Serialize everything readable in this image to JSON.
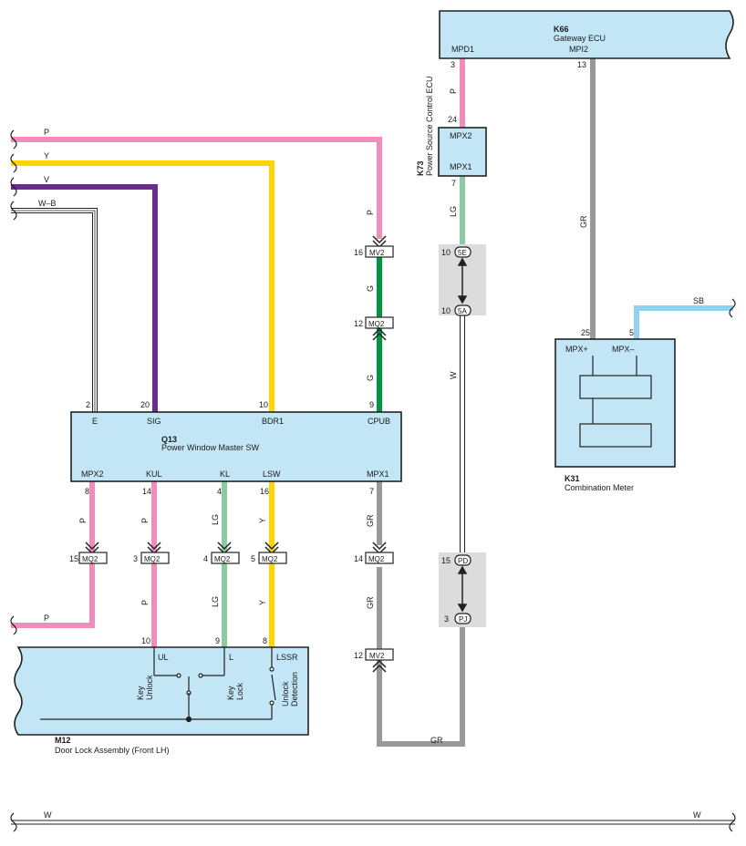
{
  "wire_colors": {
    "P": "#f08cbe",
    "Y": "#ffd400",
    "V": "#6a2c91",
    "G": "#00963f",
    "LG": "#8ccaa0",
    "GR": "#999999",
    "SB": "#8fd3f0",
    "W": "#ffffff",
    "W-B": "#ffffff"
  },
  "components": {
    "k66": {
      "code": "K66",
      "name": "Gateway ECU",
      "pins": [
        "MPD1",
        "MPI2"
      ]
    },
    "k73": {
      "code": "K73",
      "name": "Power Source Control ECU",
      "pins": [
        "MPX2",
        "MPX1"
      ]
    },
    "q13": {
      "code": "Q13",
      "name": "Power Window Master SW",
      "top_pins": [
        "E",
        "SIG",
        "BDR1",
        "CPUB"
      ],
      "bottom_pins": [
        "MPX2",
        "KUL",
        "KL",
        "LSW",
        "MPX1"
      ]
    },
    "k31": {
      "code": "K31",
      "name": "Combination Meter",
      "pins": [
        "MPX+",
        "MPX–"
      ]
    },
    "m12": {
      "code": "M12",
      "name": "Door Lock Assembly (Front LH)",
      "pins": [
        "UL",
        "L",
        "LSSR"
      ],
      "switch_labels": [
        "Key Unlock",
        "Key Lock",
        "Unlock Detection"
      ],
      "switch_label_lines": [
        [
          "Key",
          "Unlock"
        ],
        [
          "Key",
          "Lock"
        ],
        [
          "Unlock",
          "Detection"
        ]
      ]
    }
  },
  "wire_labels": {
    "p_top": "P",
    "y_top": "Y",
    "v_top": "V",
    "wb_top": "W–B",
    "p_left": "P",
    "w_bottom_left": "W",
    "w_bottom_right": "W",
    "sb": "SB",
    "gr_k66": "GR",
    "lg_k73": "LG",
    "p_k66": "P",
    "p_cpub": "P",
    "g_upper": "G",
    "g_lower": "G",
    "w_vert": "W",
    "gr_bottom": "GR",
    "p_mpx2": "P",
    "p_kul_up": "P",
    "p_kul_dn": "P",
    "lg_kl_up": "LG",
    "lg_kl_dn": "LG",
    "y_lsw_up": "Y",
    "y_lsw_dn": "Y",
    "gr_mpx1_up": "GR",
    "gr_mpx1_dn": "GR"
  },
  "connectors": {
    "mv2_a": "MV2",
    "mq2_a": "MQ2",
    "mq2_b": "MQ2",
    "mq2_c": "MQ2",
    "mq2_d": "MQ2",
    "mq2_e": "MQ2",
    "mq2_f": "MQ2",
    "mv2_b": "MV2",
    "j5e": "5E",
    "j5a": "5A",
    "jpd": "PD",
    "jpj": "PJ"
  },
  "pin_numbers": {
    "k66_mpd1": "3",
    "k66_mpi2": "13",
    "k73_mpx2": "24",
    "k73_mpx1": "7",
    "mv2_a": "16",
    "mq2_a": "12",
    "q13_e": "2",
    "q13_sig": "20",
    "q13_bdr1": "10",
    "q13_cpub": "9",
    "q13_mpx2": "8",
    "q13_kul": "14",
    "q13_kl": "4",
    "q13_lsw": "16",
    "q13_mpx1": "7",
    "mq2_c": "15",
    "mq2_d": "3",
    "mq2_e": "4",
    "mq2_f": "5",
    "mq2_b": "14",
    "m12_ul": "10",
    "m12_l": "9",
    "m12_lssr": "8",
    "mv2_b": "12",
    "j5e": "10",
    "j5a": "10",
    "jpd": "15",
    "jpj": "3",
    "k31_plus": "25",
    "k31_minus": "5"
  }
}
